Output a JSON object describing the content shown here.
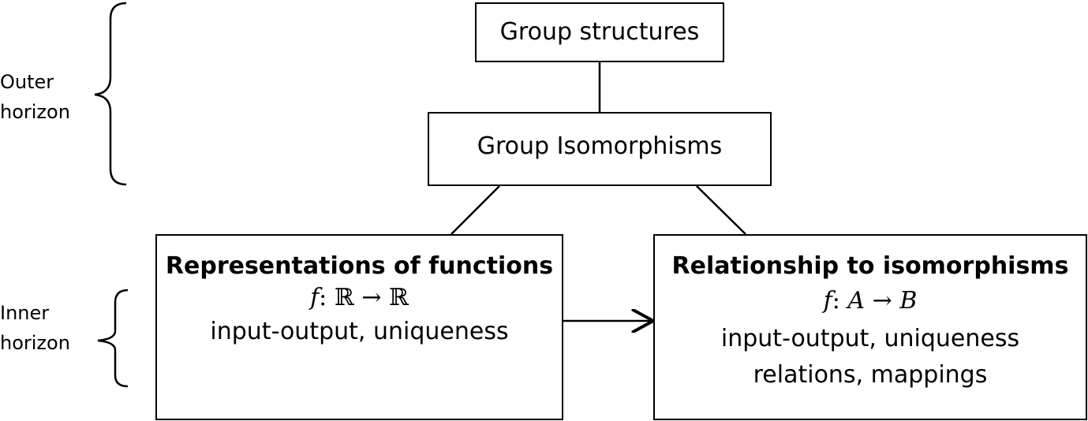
{
  "side_labels": {
    "outer": [
      "Outer",
      "horizon"
    ],
    "inner": [
      "Inner",
      "horizon"
    ]
  },
  "boxes": {
    "group_structures": {
      "label": "Group structures"
    },
    "group_isomorphisms": {
      "label": "Group Isomorphisms"
    },
    "representations": {
      "title": "Representations of functions",
      "math": {
        "f": "f",
        "colon": ":",
        "from": "ℝ",
        "arrow": "→",
        "to": "ℝ"
      },
      "lines": [
        "input-output, uniqueness"
      ]
    },
    "relationship": {
      "title": "Relationship to isomorphisms",
      "math": {
        "f": "f",
        "colon": ":",
        "from": "A",
        "arrow": "→",
        "to": "B"
      },
      "lines": [
        "input-output, uniqueness",
        "relations, mappings"
      ]
    }
  }
}
